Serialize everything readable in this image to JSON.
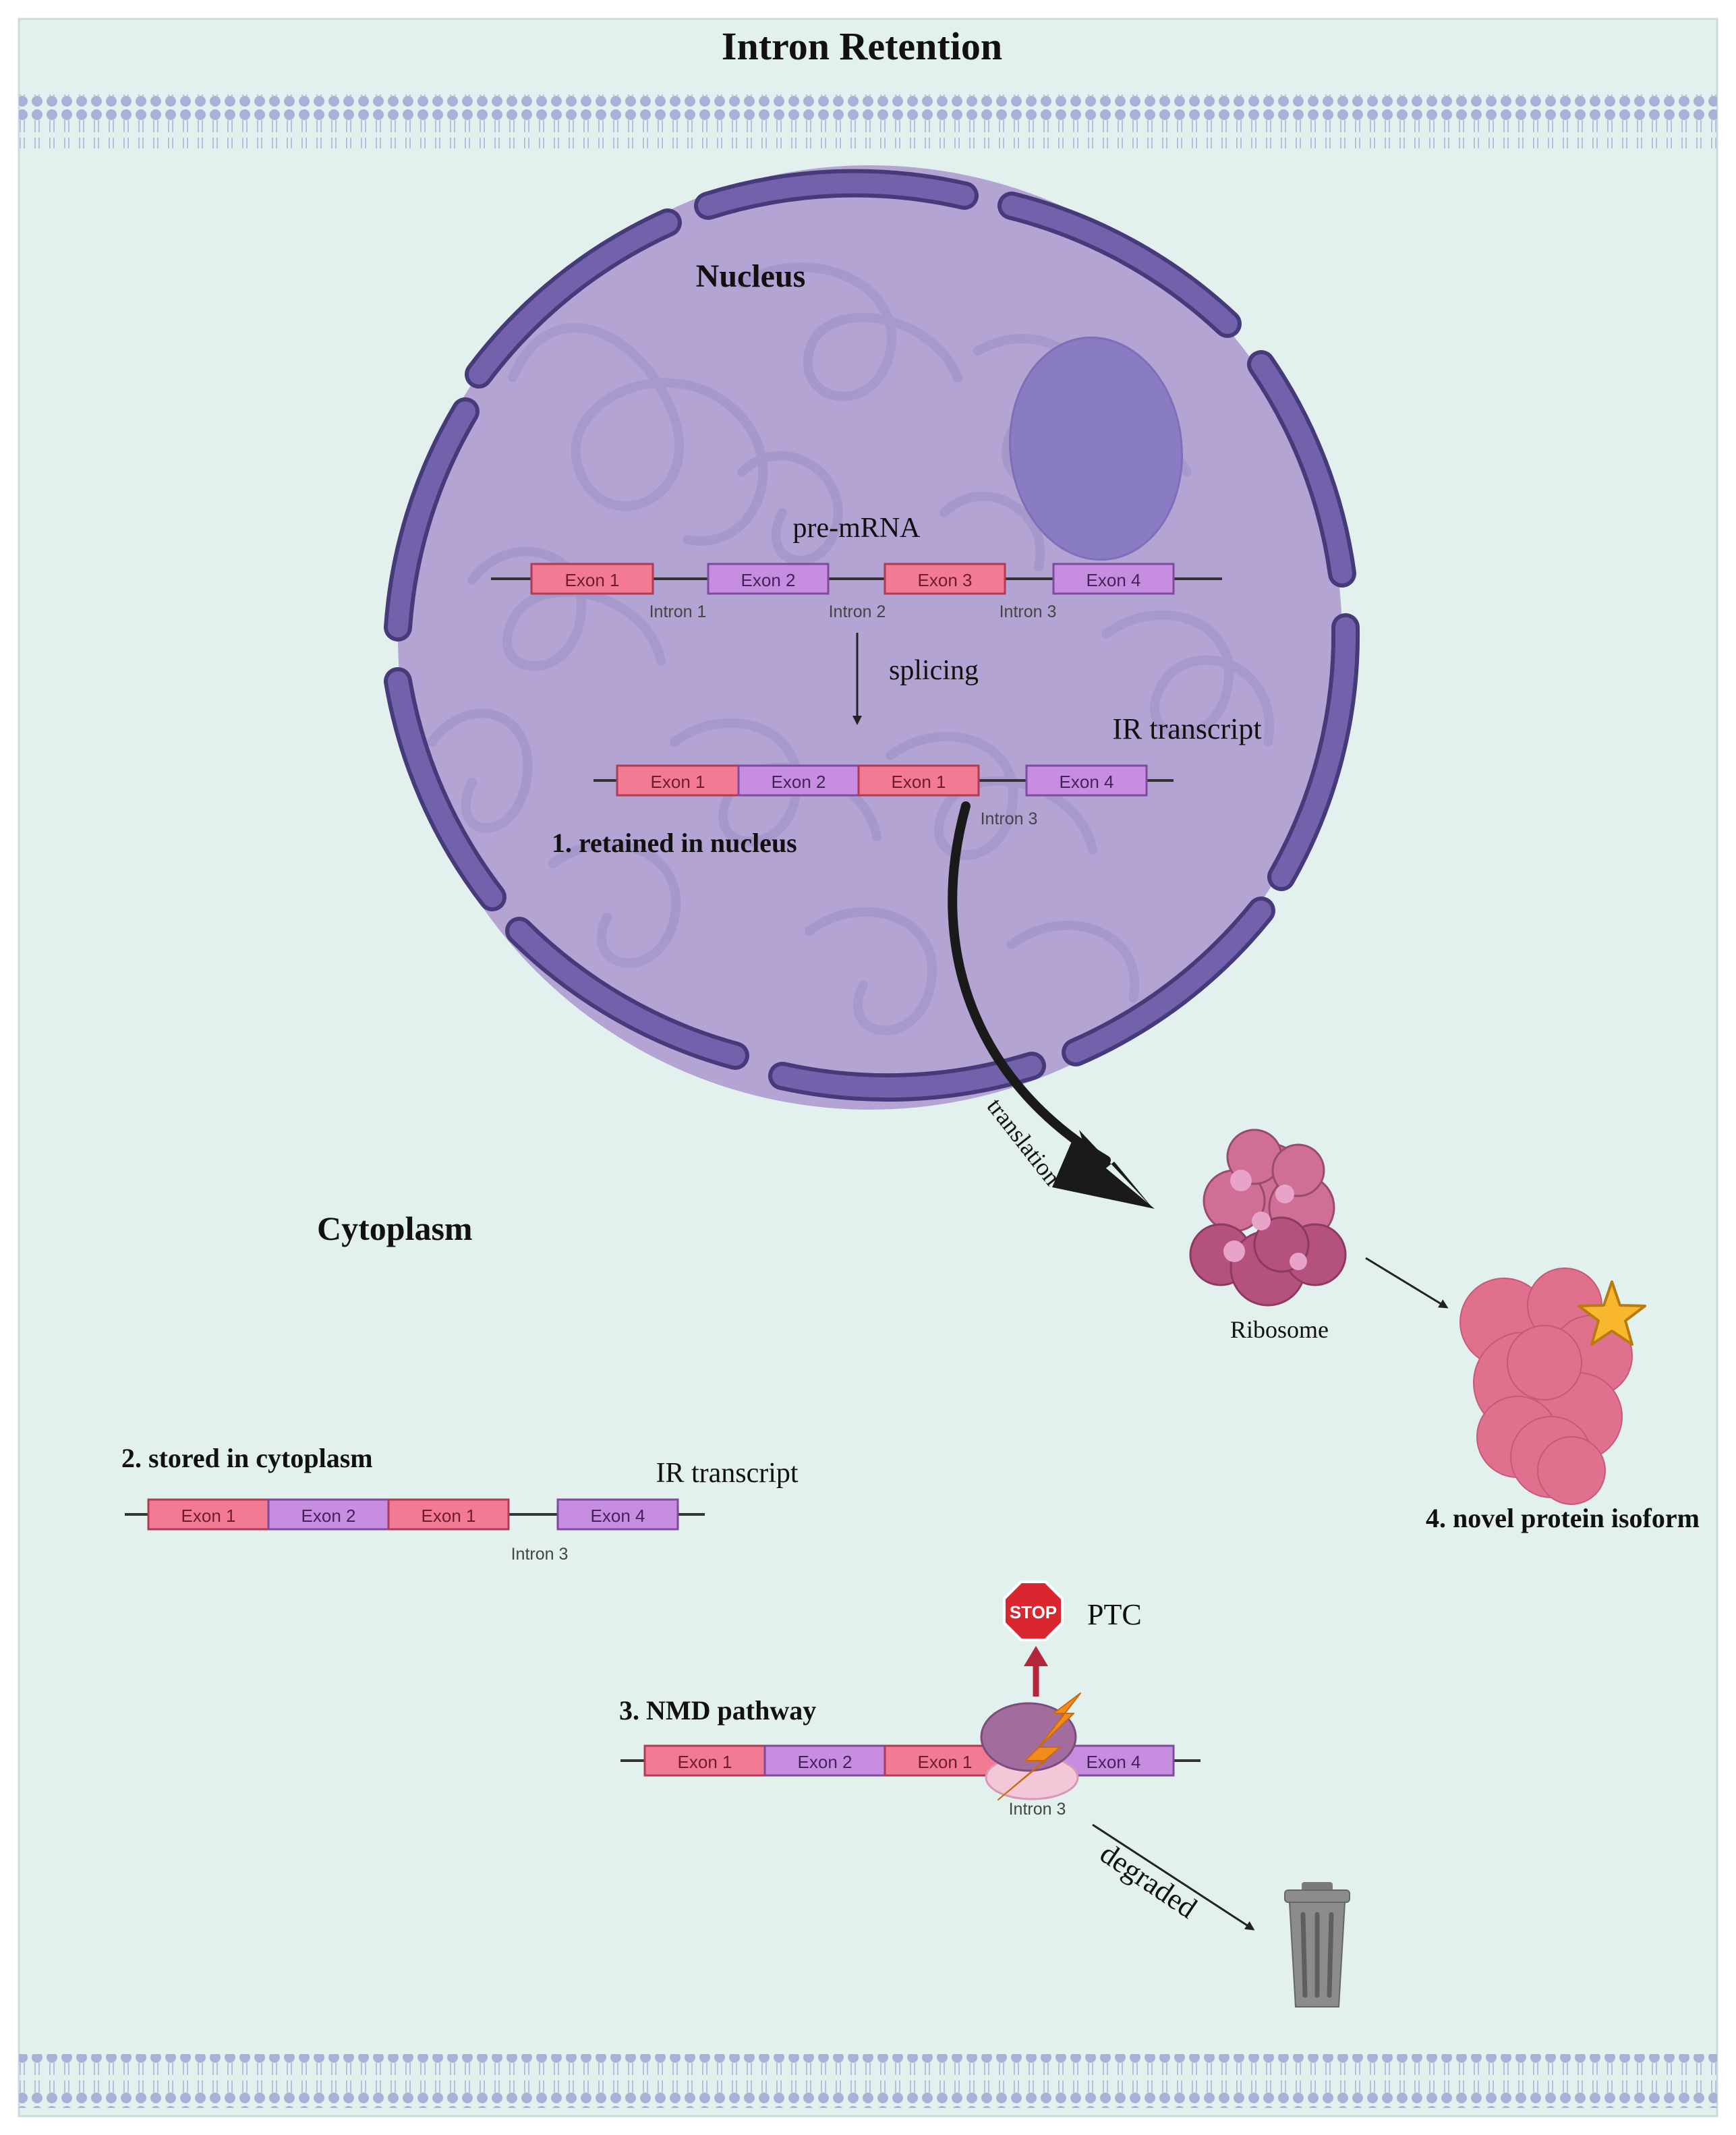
{
  "title": "Intron Retention",
  "colors": {
    "background": "#e2f1ee",
    "nucleus_fill": "#b3a4d4",
    "envelope": "#7261ab",
    "nucleolus": "#8a7cc2",
    "exon_pink": "#f27a93",
    "exon_purple": "#c68de0",
    "ribosome": "#cf6f95",
    "protein": "#e0718e",
    "star": "#f9b72e",
    "stop": "#d9262f",
    "bolt": "#f28a1c",
    "trash": "#8c8c8c"
  },
  "nucleus": {
    "label": "Nucleus",
    "pre_mrna": {
      "label": "pre-mRNA",
      "exons": [
        "Exon 1",
        "Exon 2",
        "Exon 3",
        "Exon 4"
      ],
      "introns": [
        "Intron 1",
        "Intron 2",
        "Intron 3"
      ]
    },
    "splicing_label": "splicing",
    "ir_transcript": {
      "label": "IR transcript",
      "exons": [
        "Exon 1",
        "Exon 2",
        "Exon 1",
        "Exon 4"
      ],
      "intron": "Intron 3"
    },
    "retained_label": "1.  retained in nucleus"
  },
  "translation_label": "translation",
  "cytoplasm_label": "Cytoplasm",
  "ribosome_label": "Ribosome",
  "novel_protein_label": "4. novel protein isoform",
  "stored": {
    "label": "2.  stored in cytoplasm",
    "ir_label": "IR transcript",
    "exons": [
      "Exon 1",
      "Exon 2",
      "Exon 1",
      "Exon 4"
    ],
    "intron": "Intron 3"
  },
  "nmd": {
    "label": "3.  NMD pathway",
    "stop_sign": "STOP",
    "ptc_label": "PTC",
    "exons": [
      "Exon 1",
      "Exon 2",
      "Exon 1",
      "Exon 4"
    ],
    "intron": "Intron 3",
    "degraded_label": "degraded"
  }
}
